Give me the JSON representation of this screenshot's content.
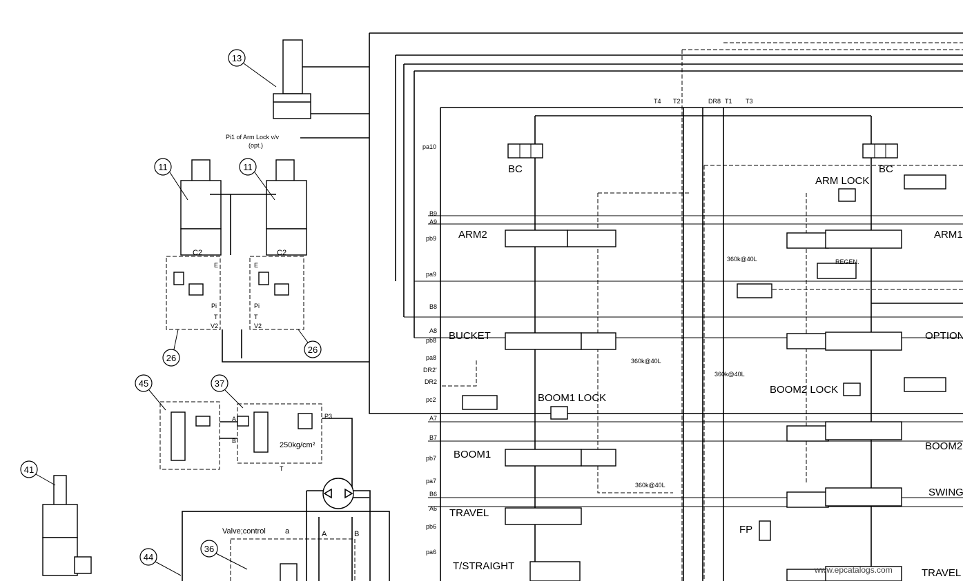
{
  "diagram": {
    "callouts": [
      "13",
      "11",
      "11",
      "26",
      "26",
      "45",
      "37",
      "41",
      "44",
      "36"
    ],
    "pilot_note": {
      "line1": "Pi1 of Arm Lock v/v",
      "line2": "(opt.)"
    },
    "cylinder_port_labels": [
      "C2",
      "C2",
      "E",
      "E",
      "Pi",
      "Pi",
      "T",
      "T",
      "V2",
      "V2"
    ],
    "left_ports": [
      "pa10",
      "B9",
      "A9",
      "pb9",
      "pa9",
      "B8",
      "A8",
      "pb8",
      "pa8",
      "DR2'",
      "DR2",
      "pc2",
      "A7",
      "B7",
      "pb7",
      "pa7",
      "B6",
      "A6",
      "pb6",
      "pa6"
    ],
    "top_ports": [
      "T4",
      "T2",
      "DR8",
      "T1",
      "T3"
    ],
    "spools_left": [
      "BC",
      "ARM2",
      "BUCKET",
      "BOOM1 LOCK",
      "BOOM1",
      "TRAVEL",
      "T/STRAIGHT"
    ],
    "spools_right": [
      "BC",
      "ARM LOCK",
      "ARM1",
      "REGEN.",
      "OPTION",
      "BOOM2 LOCK",
      "BOOM2",
      "SWING",
      "FP",
      "TRAVEL"
    ],
    "relief_settings": [
      "360k@40L",
      "360k@40L",
      "360k@40L",
      "360k@40L"
    ],
    "valve_37": {
      "port_a": "A",
      "port_b": "B",
      "port_p3": "P3",
      "port_t": "T",
      "setting": "250kg/cm²"
    },
    "travel_motor": {
      "port_a": "A",
      "port_b": "B"
    },
    "valve_control": {
      "label": "Valve;control",
      "port": "a"
    },
    "watermark": "www.epcatalogs.com"
  }
}
